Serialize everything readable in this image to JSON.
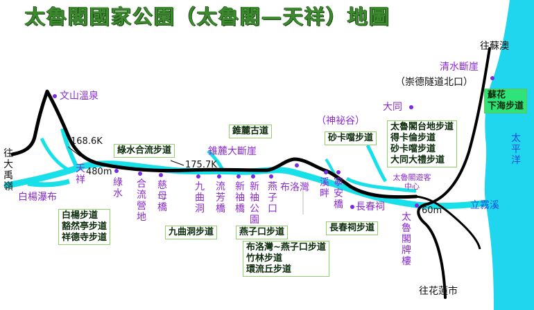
{
  "title": "太魯閣國家公園（太魯閣—天祥）地圖",
  "colors": {
    "title": "#3c8a2e",
    "road": "#000000",
    "river": "#18e0e8",
    "sea": "#1fd6ee",
    "place": "#8a2bd0",
    "trail_border": "#8fd06a",
    "trail_highlight": "#2ee37a",
    "sea_label": "#1a4fd8"
  },
  "directions": {
    "suao": "往蘇澳",
    "dayuling": "往大禹嶺",
    "hualien": "往花蓮市",
    "tunnel": "（崇德隧道北口）"
  },
  "markers": {
    "km_168": "168.6K",
    "km_175": "175.7K",
    "alt_480": "480m",
    "alt_60": "60m"
  },
  "places": {
    "wenshan": "文山溫泉",
    "baiyang_fall": "白楊瀑布",
    "tianxiang": "天祥",
    "lushui": "綠水",
    "heliu": "合流營地",
    "cimu": "慈母橋",
    "jiuqu": "九曲洞",
    "liufang": "流芳橋",
    "xinhang": "新䄂橋",
    "xinhang_park": "新䄂公園",
    "yanzikou": "燕子口",
    "buluowan": "布洛灣",
    "xipan": "溪畔",
    "ningan": "寧安橋",
    "changchun": "長春祠",
    "visitor_center": "太魯閣遊客中心",
    "paifang": "太魯閣牌樓",
    "qingshui": "清水斷崖",
    "datong": "大同",
    "shenmi": "（神祕谷）",
    "zhuilu_cliff": "錐麓大斷崖",
    "pacific": "太平洋",
    "liwu": "立霧溪"
  },
  "trails": {
    "baiyang": [
      "白楊步道",
      "豁然亭步道",
      "祥德寺步道"
    ],
    "lushui_heliu": "綠水合流步道",
    "jiuqu": "九曲洞步道",
    "zhuilu": "錐麓古道",
    "yanzikou": "燕子口步道",
    "buluowan": [
      "布洛灣~燕子口步道",
      "竹林步道",
      "環流丘步道"
    ],
    "changchun": "長春祠步道",
    "shakadang": "砂卡噹步道",
    "taiwan_plateau": [
      "太魯閣台地步道",
      "得卡倫步道",
      "砂卡噹步道",
      "大同大禮步道"
    ],
    "suhua": [
      "蘇花",
      "下海步道"
    ]
  }
}
